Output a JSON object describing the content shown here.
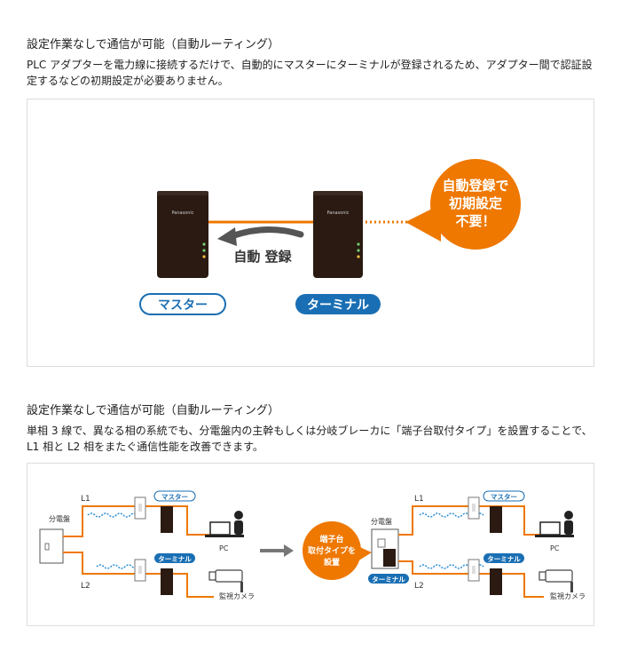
{
  "section1": {
    "title": "設定作業なしで通信が可能（自動ルーティング）",
    "description": "PLC アダプターを電力線に接続するだけで、自動的にマスターにターミナルが登録されるため、アダプター間で認証設定するなどの初期設定が必要ありません。",
    "diagram": {
      "brand_label": "Panasonic",
      "arrow_label": "自動 登録",
      "master_label": "マスター",
      "terminal_label": "ターミナル",
      "callout_lines": [
        "自動登録で",
        "初期設定",
        "不要！"
      ]
    }
  },
  "section2": {
    "title": "設定作業なしで通信が可能（自動ルーティング）",
    "description": "単相 3 線で、異なる相の系統でも、分電盤内の主幹もしくは分岐ブレーカに「端子台取付タイプ」を設置することで、L1 相と L2 相をまたぐ通信性能を改善できます。",
    "diagram": {
      "panel_label": "分電盤",
      "l1_label": "L1",
      "l2_label": "L2",
      "master_label": "マスター",
      "terminal_label": "ターミナル",
      "pc_label": "PC",
      "camera_label": "監視カメラ",
      "callout_lines": [
        "端子台",
        "取付タイプを",
        "設置"
      ]
    }
  },
  "colors": {
    "orange": "#ee7800",
    "blue": "#1a6fb4",
    "device": "#2a1a12",
    "wave": "#2a8fd6"
  }
}
